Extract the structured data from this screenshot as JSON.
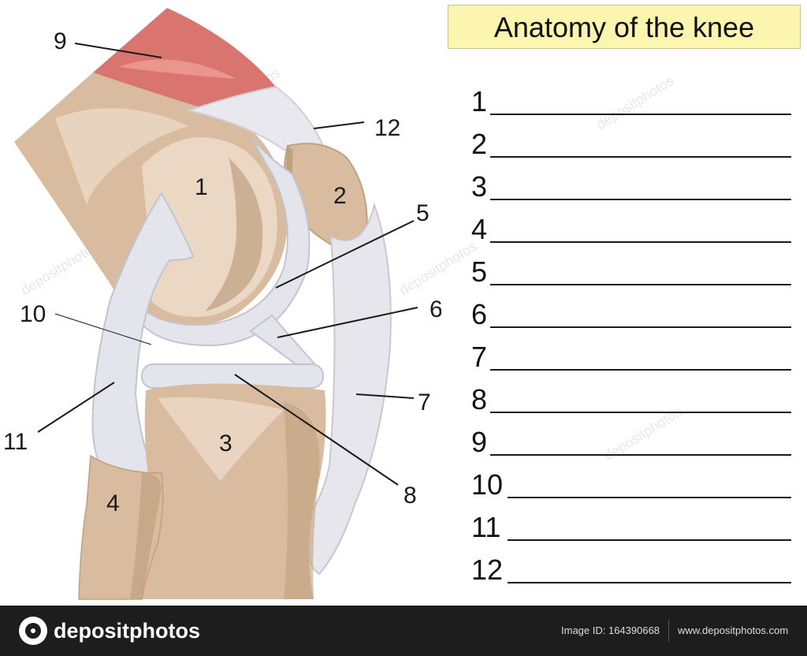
{
  "title": "Anatomy of the knee",
  "diagram_labels": [
    "1",
    "2",
    "3",
    "4",
    "5",
    "6",
    "7",
    "8",
    "9",
    "10",
    "11",
    "12"
  ],
  "answer_rows": [
    "1",
    "2",
    "3",
    "4",
    "5",
    "6",
    "7",
    "8",
    "9",
    "10",
    "11",
    "12"
  ],
  "watermark": "depositphotos",
  "footer": {
    "brand": "depositphotos",
    "image_id": "Image ID: 164390668",
    "site": "www.depositphotos.com"
  },
  "colors": {
    "bone": "#d9bc9f",
    "bone_light": "#ead8c5",
    "bone_dark": "#bfa07f",
    "cartilage": "#e4e4ec",
    "muscle": "#d9756e",
    "title_bg": "#fbf5b0",
    "footer_bg": "#1d1d1d"
  }
}
